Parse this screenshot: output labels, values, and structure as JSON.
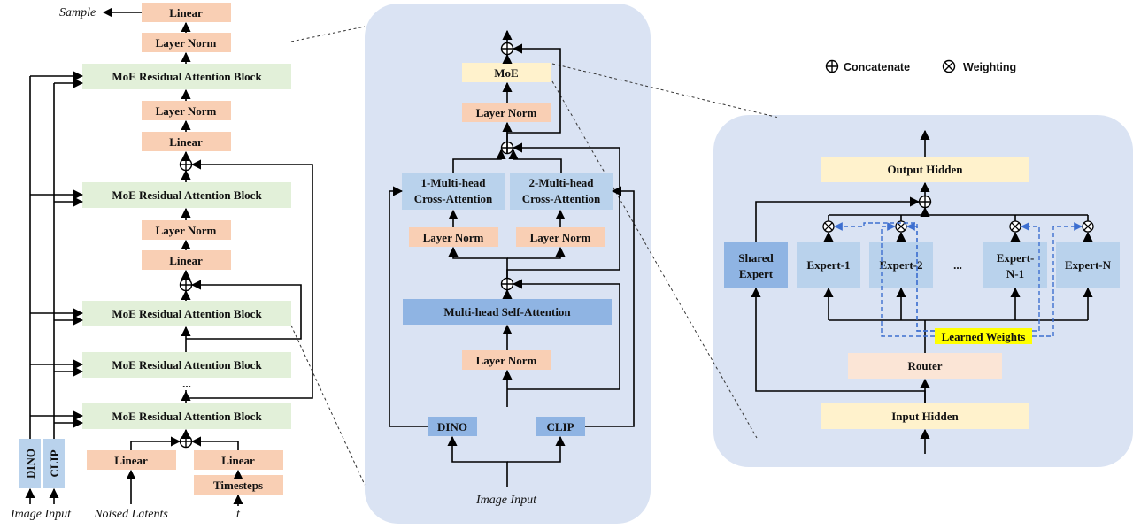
{
  "left": {
    "sample": "Sample",
    "linear": "Linear",
    "layer_norm": "Layer Norm",
    "moe_block": "MoE Residual Attention Block",
    "ellipsis": "...",
    "dino": "DINO",
    "clip": "CLIP",
    "timesteps": "Timesteps",
    "image_input": "Image Input",
    "noised_latents": "Noised Latents",
    "t": "t"
  },
  "middle": {
    "moe": "MoE",
    "layer_norm": "Layer Norm",
    "cross1_line1": "1-Multi-head",
    "cross1_line2": "Cross-Attention",
    "cross2_line1": "2-Multi-head",
    "cross2_line2": "Cross-Attention",
    "self_attention": "Multi-head Self-Attention",
    "dino": "DINO",
    "clip": "CLIP",
    "image_input": "Image Input"
  },
  "legend": {
    "concatenate": "Concatenate",
    "weighting": "Weighting"
  },
  "right": {
    "output_hidden": "Output Hidden",
    "shared_line1": "Shared",
    "shared_line2": "Expert",
    "expert1": "Expert-1",
    "expert2": "Expert-2",
    "ellipsis": "...",
    "expertn1_line1": "Expert-",
    "expertn1_line2": "N-1",
    "expertn": "Expert-N",
    "learned_weights": "Learned Weights",
    "router": "Router",
    "input_hidden": "Input Hidden"
  },
  "colors": {
    "orange": "#f9cfb4",
    "green": "#e2f0d9",
    "blue_box": "#b9d2ec",
    "self_attn": "#8fb4e3",
    "panel": "#dae3f3",
    "cream": "#fff2cc",
    "router": "#fbe5d6",
    "highlight": "#ffff00",
    "dash": "#3d6fd0"
  }
}
